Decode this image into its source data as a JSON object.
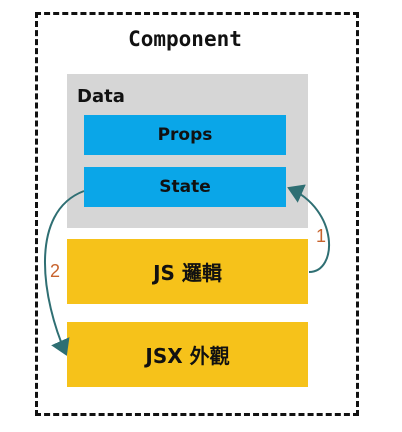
{
  "component": {
    "title": "Component"
  },
  "data_group": {
    "label": "Data",
    "props_label": "Props",
    "state_label": "State"
  },
  "logic": {
    "js_label": "JS 邏輯",
    "jsx_label": "JSX 外觀"
  },
  "arrows": {
    "logic_to_state_label": "1",
    "state_to_jsx_label": "2"
  },
  "colors": {
    "data_background": "#d6d6d6",
    "blue_box": "#0aa6e8",
    "yellow_box": "#f6c21a",
    "arrow": "#2f6f73",
    "arrow_label": "#c8632d"
  }
}
